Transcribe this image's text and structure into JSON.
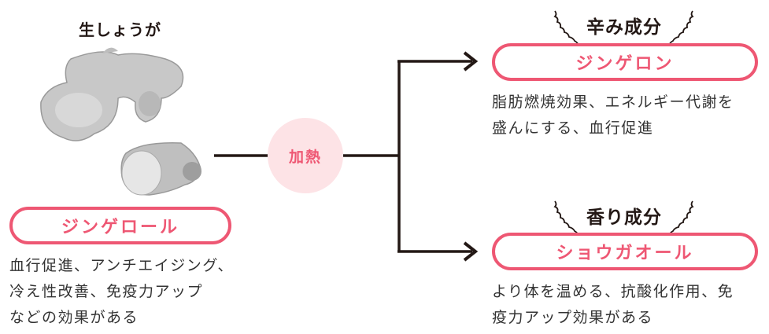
{
  "raw_ginger": {
    "title": "生しょうが",
    "component": "ジンゲロール",
    "description": [
      "血行促進、アンチエイジング、",
      "冷え性改善、免疫力アップ",
      "などの効果がある"
    ]
  },
  "process": {
    "label": "加熱"
  },
  "outputs": [
    {
      "category": "辛み成分",
      "component": "ジンゲロン",
      "description": [
        "脂肪燃焼効果、エネルギー代謝を",
        "盛んにする、血行促進"
      ]
    },
    {
      "category": "香り成分",
      "component": "ショウガオール",
      "description": [
        "より体を温める、抗酸化作用、免",
        "疫力アップ効果がある"
      ]
    }
  ],
  "colors": {
    "accent": "#ee5773",
    "heat_bg": "#fde3e6",
    "line": "#231815"
  }
}
